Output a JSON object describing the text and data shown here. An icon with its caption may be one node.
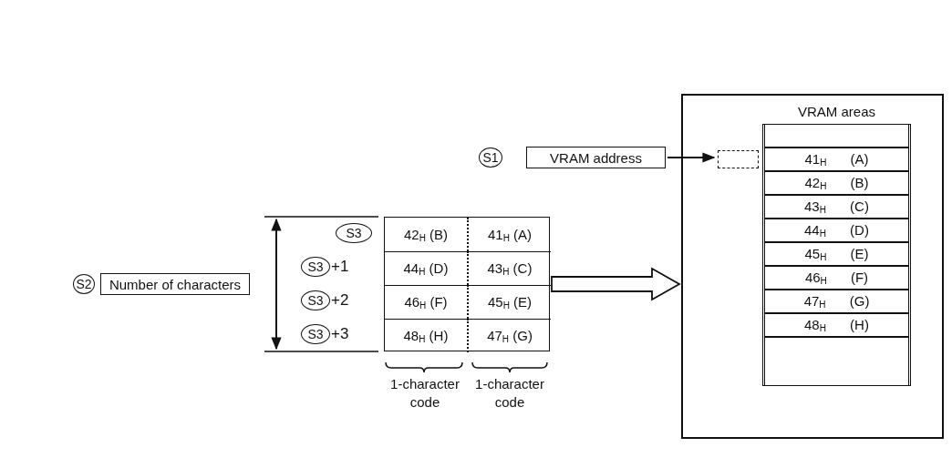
{
  "diagram": {
    "nodes": [
      {
        "text": [
          "S1"
        ]
      },
      {
        "text": [
          "VRAM address"
        ]
      },
      {
        "text": [],
        "shape": "box"
      },
      {
        "text": [],
        "shape": "box",
        "in": 2
      },
      {
        "text": [
          "VRAM areas"
        ],
        "in": 2
      },
      {
        "text": [],
        "shape": "box",
        "in": 4
      },
      {
        "text": [
          "41$_{H}$ (A)"
        ],
        "in": 4
      },
      {
        "text": [
          "42$_{H}$ (B)"
        ],
        "in": 4
      },
      {
        "text": [
          "43$_{H}$ (C)"
        ],
        "in": 4
      },
      {
        "text": [
          "44$_{H}$ (D)"
        ],
        "in": 4
      },
      {
        "text": [
          "45$_{H}$ (E)"
        ],
        "in": 4
      },
      {
        "text": [
          "46$_{H}$ (F)"
        ],
        "in": 4
      },
      {
        "text": [
          "47$_{H}$ (G)"
        ],
        "in": 4
      },
      {
        "text": [
          "48$_{H}$ (H)"
        ],
        "in": 4
      },
      {
        "text": [],
        "shape": "box",
        "in": 4
      },
      {
        "text": [
          "S2"
        ]
      },
      {
        "text": [
          "Number of characters"
        ]
      },
      {
        "text": [
          "S3"
        ]
      },
      {
        "text": [
          "S3"
        ],
        "beside": [
          "+1"
        ]
      },
      {
        "text": [
          "S3"
        ],
        "beside": [
          "+2"
        ]
      },
      {
        "text": [
          "S3"
        ],
        "beside": [
          "+3"
        ]
      },
      {
        "text": [],
        "shape": "box"
      },
      {
        "text": [
          "42$_{H}$ (B)"
        ],
        "in": 21
      },
      {
        "text": [
          "41$_{H}$ (A)"
        ],
        "in": 21
      },
      {
        "text": [
          "44$_{H}$ (D)"
        ],
        "in": 21
      },
      {
        "text": [
          "43$_{H}$ (C)"
        ],
        "in": 21
      },
      {
        "text": [
          "46$_{H}$ (F)"
        ],
        "in": 21
      },
      {
        "text": [
          "45$_{H}$ (E)"
        ],
        "in": 21
      },
      {
        "text": [
          "48$_{H}$ (H)"
        ],
        "in": 21
      },
      {
        "text": [
          "47$_{H}$ (G)"
        ],
        "in": 21
      }
    ],
    "edges": [
      {
        "from": 1,
        "to": 3,
        "arrow": "to"
      },
      {
        "from": 21,
        "to": 2,
        "arrow": "to",
        "style": "thick"
      }
    ],
    "labels": [
      "1-character code",
      "1-character code"
    ]
  }
}
